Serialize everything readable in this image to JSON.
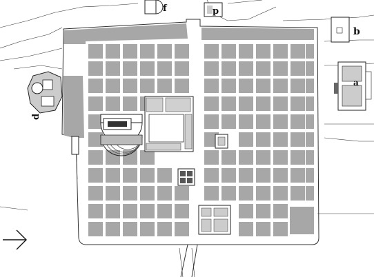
{
  "labels": {
    "b": "b",
    "d": "d",
    "f": "f",
    "p": "p",
    "a": "a"
  },
  "colors": {
    "block": "#a7a7a7",
    "line": "#333333",
    "background": "#ffffff"
  },
  "icons": {
    "north_arrow": "arrow-right-icon"
  }
}
